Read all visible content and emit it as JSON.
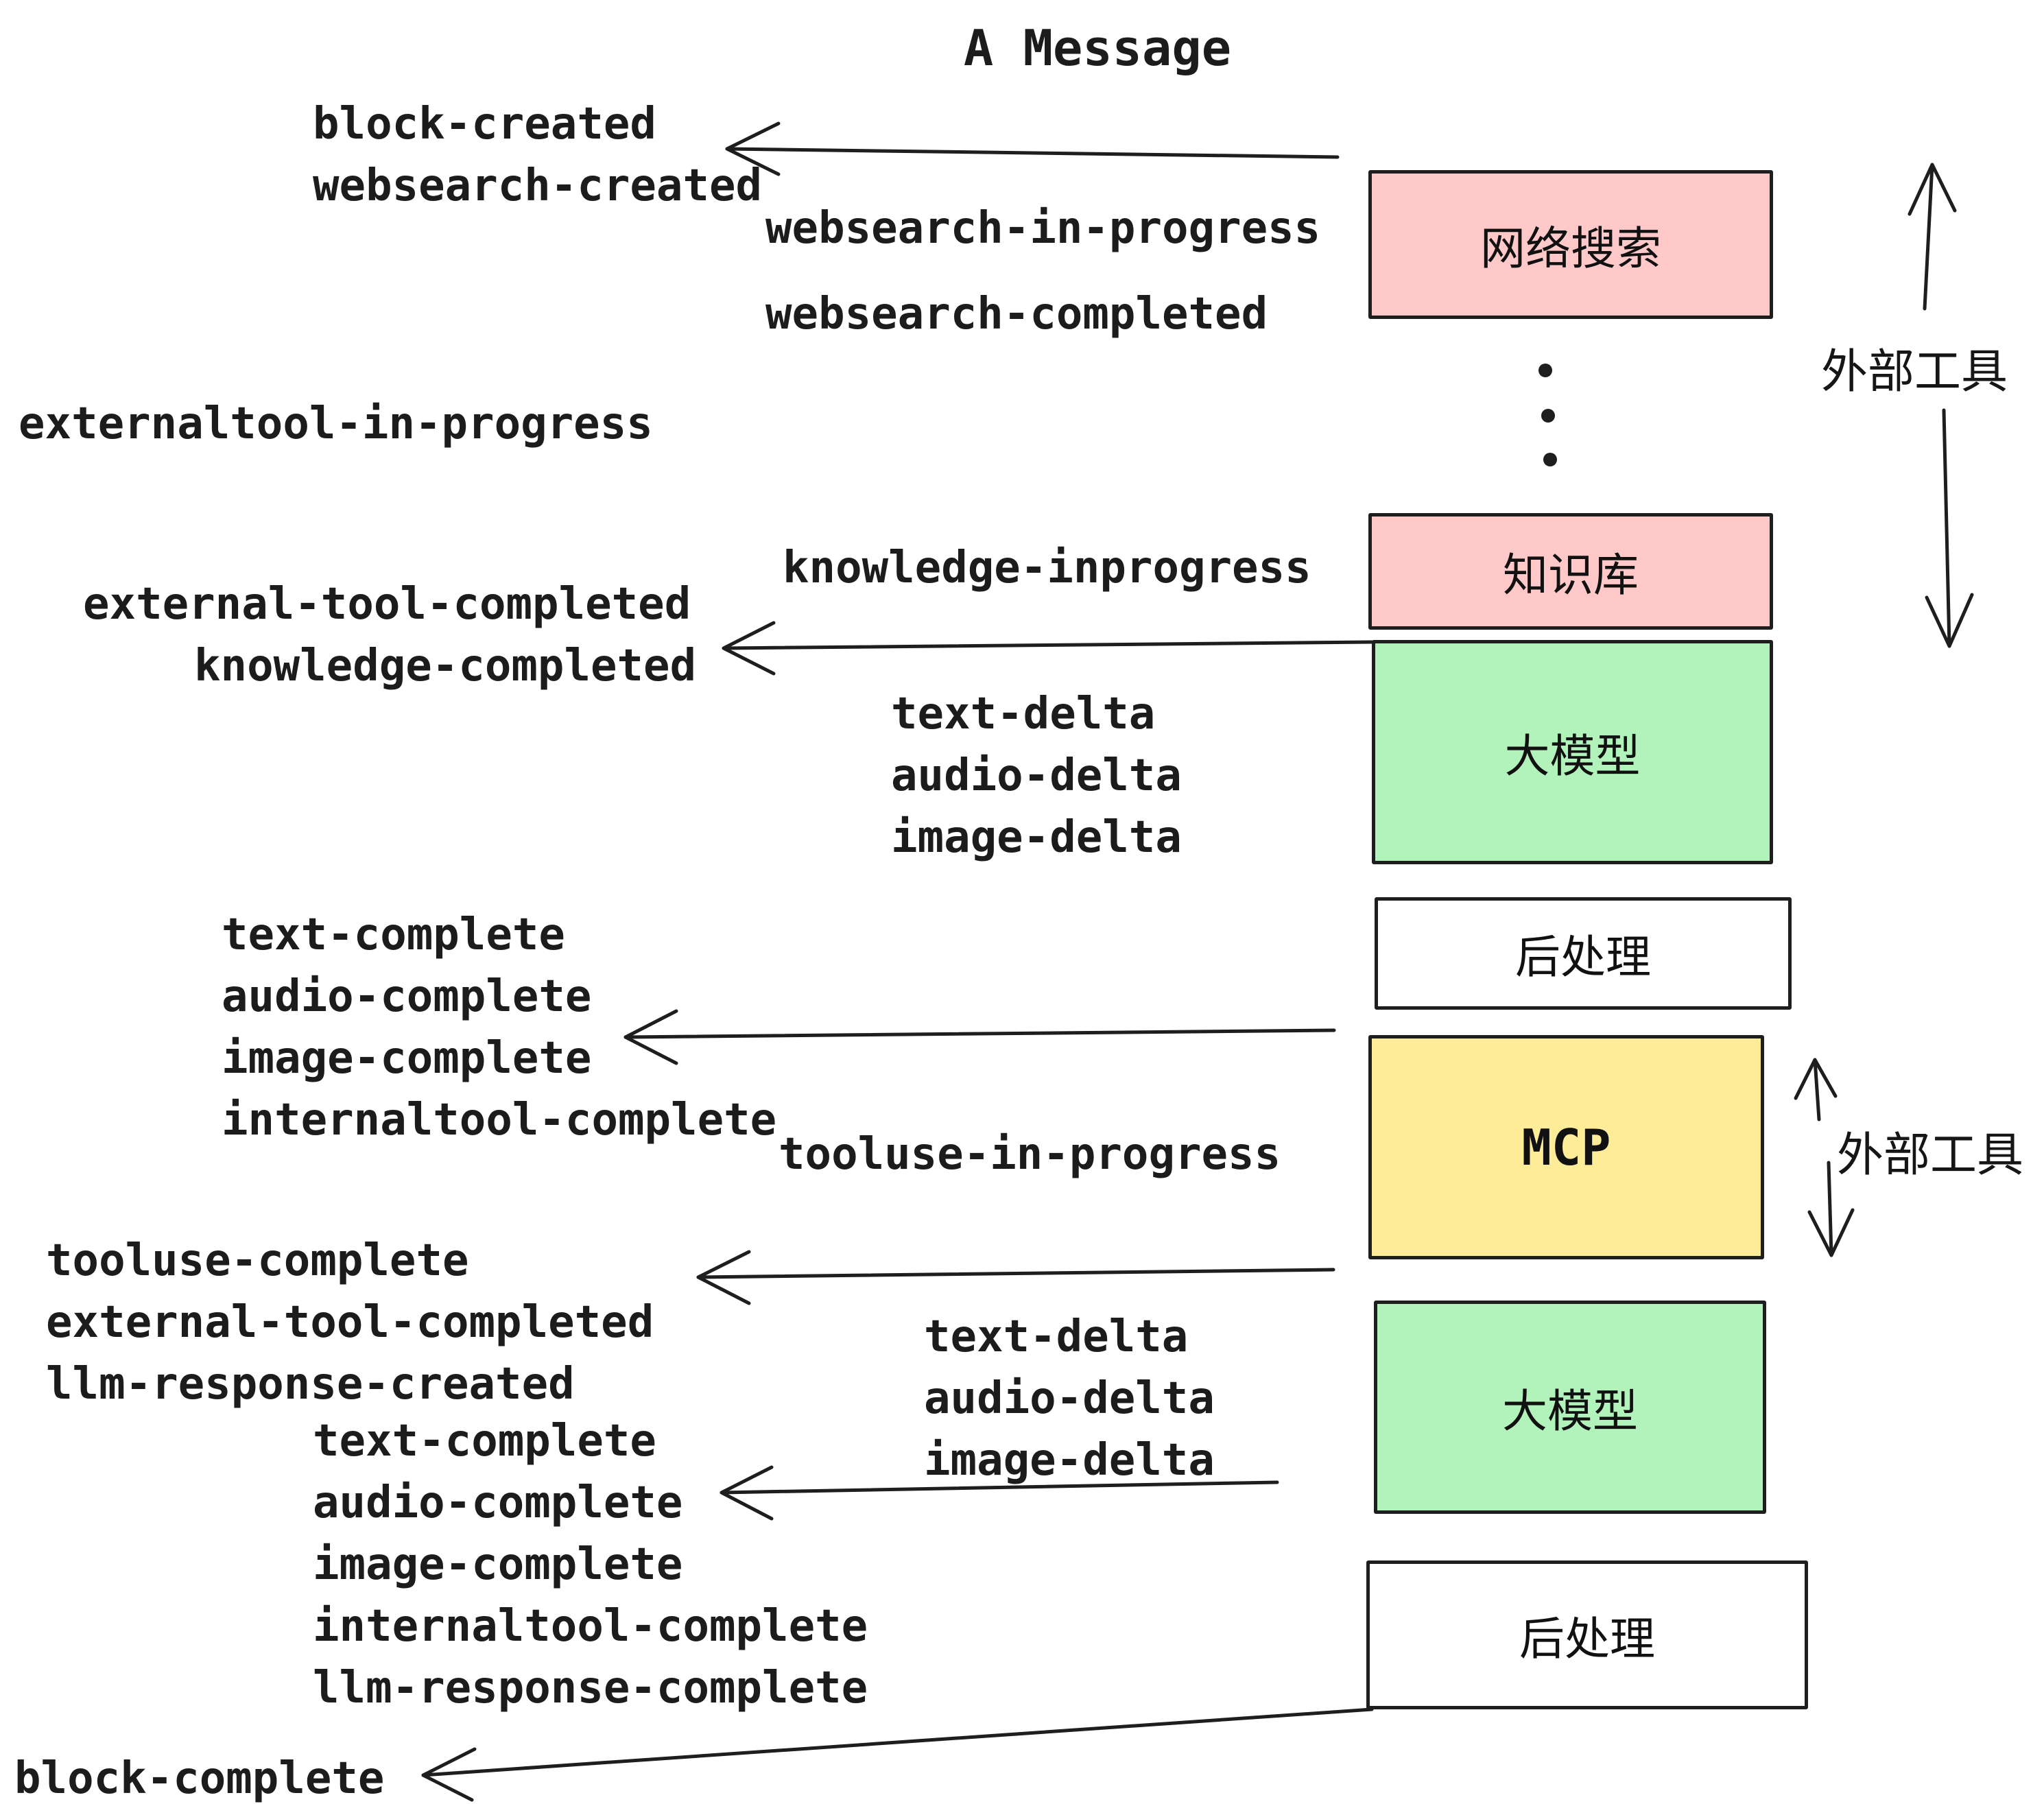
{
  "title": "A Message",
  "colors": {
    "ink": "#1e1e1e",
    "pink": "#ffc9c9",
    "green": "#b2f2bb",
    "yellow": "#ffec99",
    "white": "#ffffff"
  },
  "boxes": [
    {
      "label": "网络搜索",
      "color": "#ffc9c9"
    },
    {
      "label": "知识库",
      "color": "#ffc9c9"
    },
    {
      "label": "大模型",
      "color": "#b2f2bb"
    },
    {
      "label": "后处理",
      "color": "#ffffff"
    },
    {
      "label": "MCP",
      "color": "#ffec99"
    },
    {
      "label": "大模型",
      "color": "#b2f2bb"
    },
    {
      "label": "后处理",
      "color": "#ffffff"
    }
  ],
  "side_labels": [
    "外部工具",
    "外部工具"
  ],
  "events": [
    "block-created",
    "websearch-created",
    "websearch-in-progress",
    "websearch-completed",
    "externaltool-in-progress",
    "knowledge-inprogress",
    "external-tool-completed",
    "knowledge-completed",
    "text-delta",
    "audio-delta",
    "image-delta",
    "text-complete",
    "audio-complete",
    "image-complete",
    "internaltool-complete",
    "tooluse-in-progress",
    "tooluse-complete",
    "external-tool-completed",
    "llm-response-created",
    "text-delta",
    "audio-delta",
    "image-delta",
    "text-complete",
    "audio-complete",
    "image-complete",
    "internaltool-complete",
    "llm-response-complete",
    "block-complete"
  ]
}
